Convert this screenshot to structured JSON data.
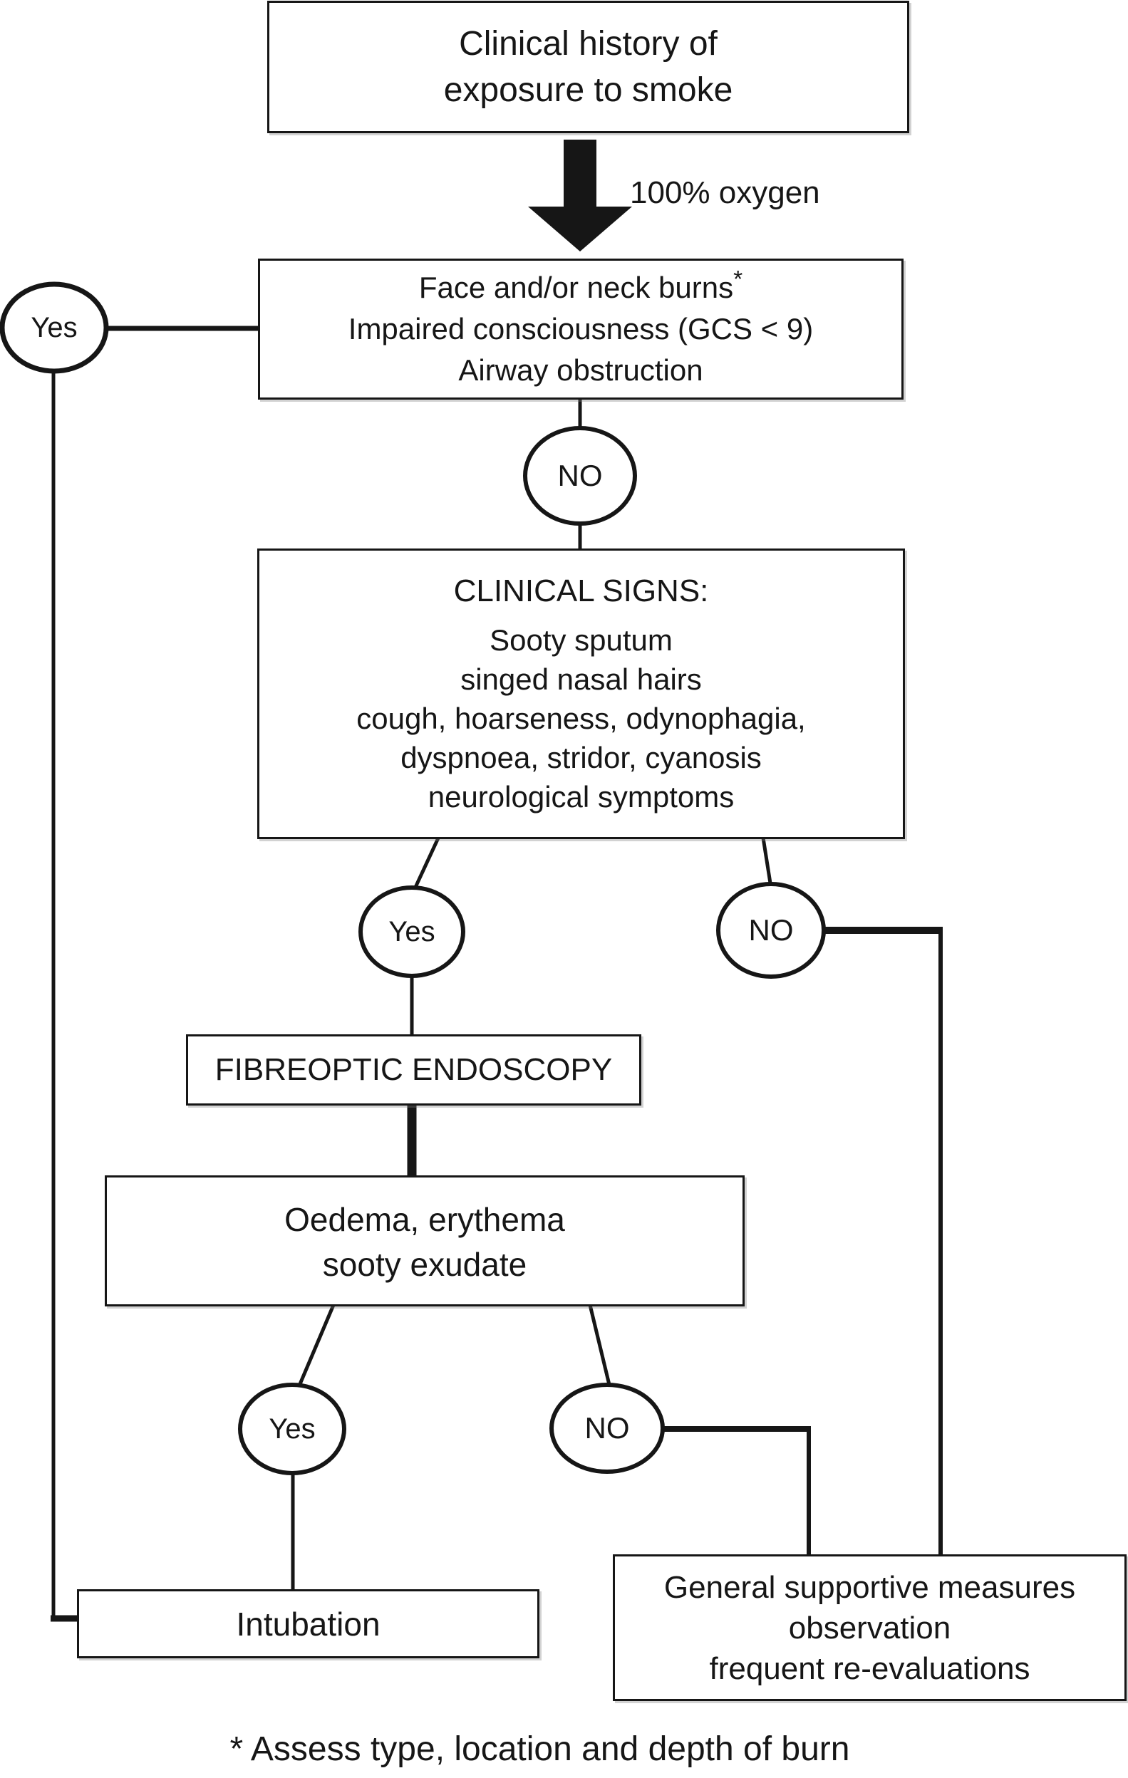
{
  "figure": {
    "colors": {
      "ink": "#161616",
      "background": "#ffffff"
    },
    "history_box": {
      "line1": "Clinical history of",
      "line2": "exposure to smoke"
    },
    "oxygen_label": "100% oxygen",
    "triage_box": {
      "line1": "Face and/or neck burns",
      "line1_sup": "*",
      "line2": "Impaired consciousness (GCS < 9)",
      "line3": "Airway obstruction"
    },
    "decision_labels": {
      "yes1": "Yes",
      "no1": "NO",
      "yes2": "Yes",
      "no2": "NO",
      "yes3": "Yes",
      "no3": "NO"
    },
    "signs_box": {
      "title": "CLINICAL SIGNS:",
      "line1": "Sooty sputum",
      "line2": "singed nasal hairs",
      "line3": "cough, hoarseness, odynophagia,",
      "line4": "dyspnoea, stridor, cyanosis",
      "line5": "neurological symptoms"
    },
    "endoscopy_box": {
      "label": "FIBREOPTIC ENDOSCOPY"
    },
    "oedema_box": {
      "line1": "Oedema, erythema",
      "line2": "sooty exudate"
    },
    "intubation_box": {
      "label": "Intubation"
    },
    "supportive_box": {
      "line1": "General supportive measures",
      "line2": "observation",
      "line3": "frequent re-evaluations"
    },
    "footnote": "* Assess type, location and depth of burn"
  }
}
